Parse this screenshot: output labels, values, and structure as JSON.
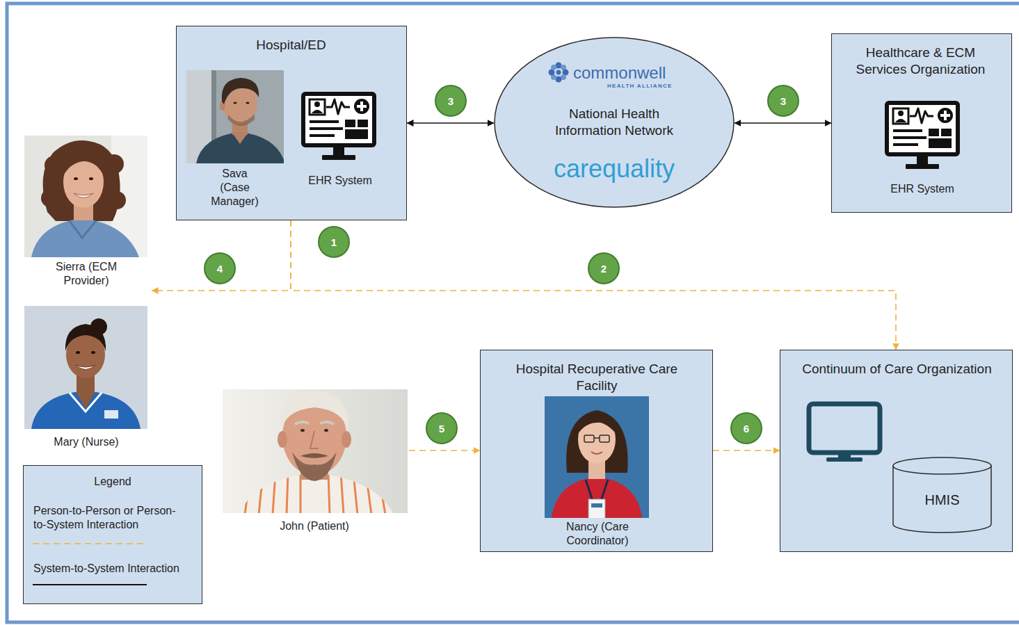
{
  "diagram": {
    "nodes": [
      {
        "text": [
          "Hospital/ED"
        ]
      },
      {
        "text": [
          "Sava (Case Manager)"
        ],
        "in": 0
      },
      {
        "text": [
          "EHR System"
        ],
        "in": 0
      },
      {
        "text": [
          "commonwell",
          "HEALTH ALLIANCE",
          "National Health Information Network",
          "carequality"
        ]
      },
      {
        "text": [
          "Healthcare & ECM Services Organization"
        ]
      },
      {
        "text": [
          "EHR System"
        ],
        "in": 4
      },
      {
        "text": [
          "Sierra (ECM Provider)"
        ]
      },
      {
        "text": [
          "Mary (Nurse)"
        ]
      },
      {
        "text": [
          "John (Patient)"
        ]
      },
      {
        "text": [
          "Hospital Recuperative Care Facility"
        ]
      },
      {
        "text": [
          "Nancy (Care Coordinator)"
        ],
        "in": 9
      },
      {
        "text": [
          "Continuum of Care Organization"
        ]
      },
      {
        "text": [
          "HMIS"
        ],
        "in": 11
      }
    ],
    "edges": [
      {
        "from": 0,
        "to": 3,
        "arrow": "both"
      },
      {
        "from": 3,
        "to": 4,
        "arrow": "both"
      },
      {
        "from": 0,
        "to": 6,
        "arrow": "to"
      },
      {
        "from": 0,
        "to": 11,
        "arrow": "to"
      },
      {
        "from": 8,
        "to": 9,
        "arrow": "to"
      },
      {
        "from": 9,
        "to": 11,
        "arrow": "to"
      }
    ],
    "labels": [
      "3",
      "3",
      "1",
      "4",
      "2",
      "5",
      "6",
      "Legend"
    ],
    "legend": [
      {
        "text": "Person-to-Person or Person-to-System Interaction"
      },
      {
        "text": "System-to-System Interaction"
      }
    ]
  }
}
